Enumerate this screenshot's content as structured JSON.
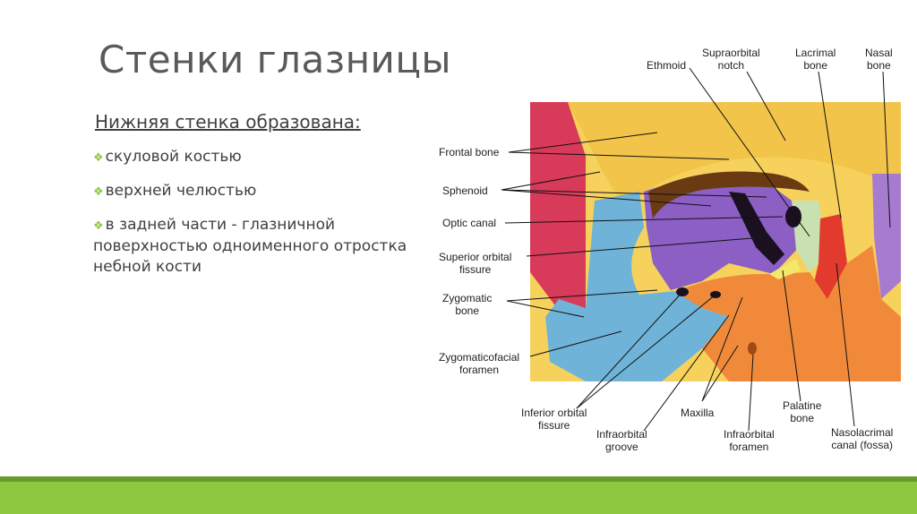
{
  "slide": {
    "title": "Стенки глазницы",
    "subheading": "Нижняя стенка образована:",
    "bullets": [
      "скуловой костью",
      "верхней челюстью",
      "в задней части - глазничной поверхностью одноименного отростка небной кости"
    ],
    "bullet_icon": "diamond-bullet-icon",
    "accent_color": "#8dc63f"
  },
  "diagram": {
    "labels": {
      "ethmoid": "Ethmoid",
      "supraorbital_notch": "Supraorbital\nnotch",
      "lacrimal_bone": "Lacrimal\nbone",
      "nasal_bone": "Nasal\nbone",
      "frontal_bone": "Frontal bone",
      "sphenoid": "Sphenoid",
      "optic_canal": "Optic canal",
      "superior_orbital_fissure": "Superior orbital\nfissure",
      "zygomatic_bone": "Zygomatic\nbone",
      "zygomaticofacial_foramen": "Zygomaticofacial\nforamen",
      "inferior_orbital_fissure": "Inferior orbital\nfissure",
      "infraorbital_groove": "Infraorbital\ngroove",
      "maxilla": "Maxilla",
      "infraorbital_foramen": "Infraorbital\nforamen",
      "palatine_bone": "Palatine\nbone",
      "nasolacrimal_canal": "Nasolacrimal\ncanal (fossa)"
    },
    "colors": {
      "frontal": "#f2c44a",
      "sphenoid": "#8b5fc4",
      "zygomatic": "#6fb4d8",
      "maxilla": "#f08a3a",
      "lacrimal": "#e23b2e",
      "nasal": "#a77bd0",
      "ethmoid": "#c9e0b0",
      "palatine": "#f3e86a",
      "fissure": "#1a1020"
    }
  }
}
